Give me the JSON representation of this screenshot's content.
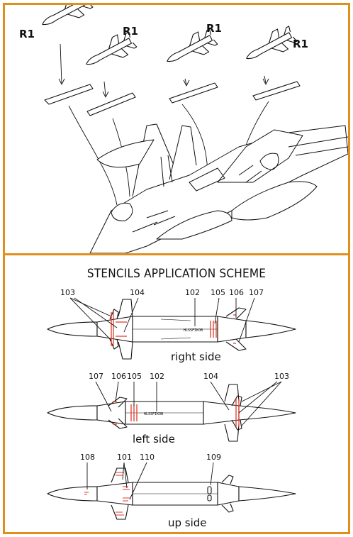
{
  "top_panel": {
    "missile_labels": [
      "R1",
      "R1",
      "R1",
      "R1"
    ]
  },
  "bottom_panel": {
    "title": "STENCILS APPLICATION SCHEME",
    "views": [
      {
        "side_label": "right side",
        "callouts": [
          "103",
          "104",
          "102",
          "105",
          "106",
          "107"
        ]
      },
      {
        "side_label": "left side",
        "callouts": [
          "107",
          "106",
          "105",
          "102",
          "104",
          "103"
        ]
      },
      {
        "side_label": "up side",
        "callouts": [
          "108",
          "101",
          "110",
          "109"
        ]
      }
    ]
  },
  "colors": {
    "frame": "#e08f1d",
    "stencil": "#e03a2a",
    "line": "#111111"
  }
}
